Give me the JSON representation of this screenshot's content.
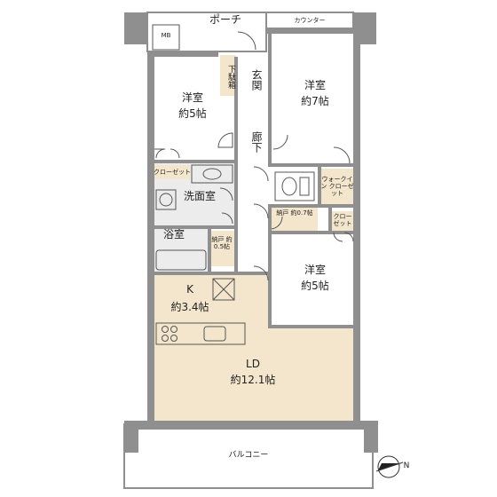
{
  "colors": {
    "wall": "#8f8f8f",
    "wall_dark": "#6e6e6e",
    "floor_room": "#ffffff",
    "floor_ld": "#f3e6cc",
    "floor_wet": "#ececec",
    "closet_fill": "#f3e6cc",
    "line": "#555555"
  },
  "labels": {
    "porch": "ポーチ",
    "counter": "カウンター",
    "mb": "MB",
    "shoe_box": "下駄箱",
    "entrance": "玄関",
    "corridor": "廊下",
    "room_west": {
      "name": "洋室",
      "size": "約5帖"
    },
    "room_north": {
      "name": "洋室",
      "size": "約7帖"
    },
    "room_south": {
      "name": "洋室",
      "size": "約5帖"
    },
    "closet": "クローゼット",
    "walk_in": "ウォークイン クローゼット",
    "closet_small": "クロー ゼット",
    "washroom": "洗面室",
    "bath": "浴室",
    "storage_small": "納戸 約0.5帖",
    "storage": "納戸 約0.7帖",
    "kitchen": {
      "name": "K",
      "size": "約3.4帖"
    },
    "ld": {
      "name": "LD",
      "size": "約12.1帖"
    },
    "balcony": "バルコニー",
    "north": "N"
  }
}
